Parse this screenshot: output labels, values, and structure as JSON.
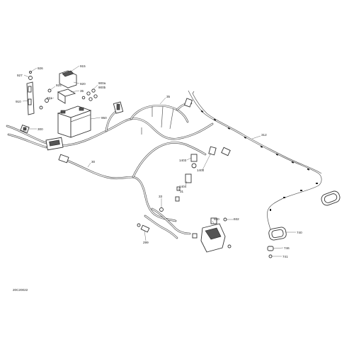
{
  "diagram": {
    "callouts": {
      "c927": "927",
      "c926": "926",
      "c915": "915",
      "c920": "920",
      "c925": "925",
      "c35a": "35",
      "c910": "910",
      "c921": "921",
      "c900a": "900a",
      "c900b": "900b",
      "c35b": "35",
      "c950": "950",
      "c300": "300",
      "c30": "30",
      "c312": "312",
      "c1403": "1403",
      "c1400": "1400",
      "c1404": "1404",
      "c33": "33",
      "c31": "31",
      "c930": "930",
      "c932": "932",
      "c740": "740",
      "c746": "746",
      "c741": "741",
      "c299": "299"
    },
    "figure_code": "20C20022"
  }
}
